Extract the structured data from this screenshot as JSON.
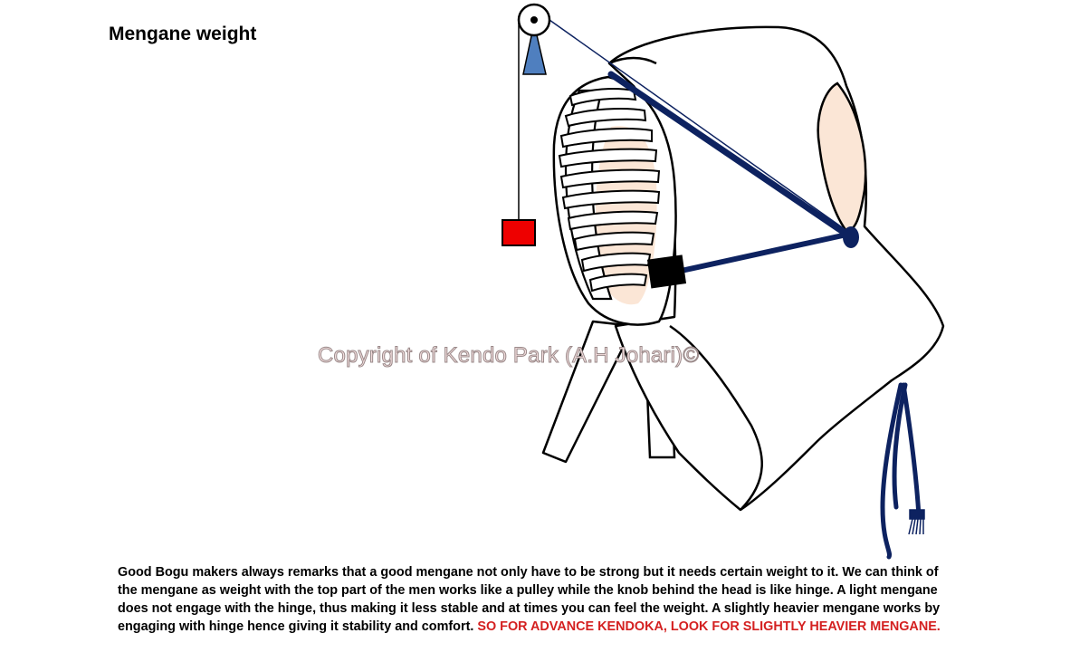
{
  "title": "Mengane weight",
  "watermark": "Copyright of Kendo Park (A.H Johari)©",
  "caption": {
    "body": "Good Bogu makers always remarks that a good mengane not only have to be strong but it needs certain weight to it. We can think of the mengane as weight with the top part of the men works like a pulley while the  knob behind the head is like hinge. A light mengane does not engage with the hinge, thus making it less stable and at times you can feel the weight. A slightly heavier mengane works by engaging with hinge hence giving it stability and comfort. ",
    "highlight": "SO FOR ADVANCE KENDOKA, LOOK FOR SLIGHTLY HEAVIER MENGANE."
  },
  "colors": {
    "outline": "#000000",
    "cord": "#0d2260",
    "weight": "#ee0000",
    "pulley_stand": "#4f7fbf",
    "skin": "#fbe6d6",
    "highlight_text": "#d42020"
  },
  "icons": [
    "pulley-icon",
    "weight-block-icon",
    "men-helmet-icon"
  ]
}
